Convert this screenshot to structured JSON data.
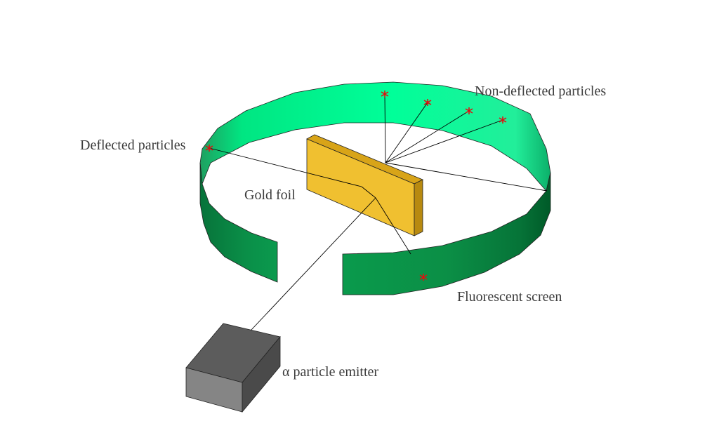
{
  "labels": {
    "non_deflected": "Non-deflected particles",
    "deflected": "Deflected particles",
    "gold_foil": "Gold foil",
    "fluorescent_screen": "Fluorescent screen",
    "emitter": "α particle emitter"
  },
  "colors": {
    "screen_inner_light": "#00ff99",
    "screen_inner_dark": "#1fa060",
    "screen_outer_light": "#089a4a",
    "screen_outer_dark": "#005a28",
    "gold_front": "#f0c030",
    "gold_top": "#d8a418",
    "gold_side": "#b88a10",
    "emitter_top": "#5c5c5c",
    "emitter_front": "#858585",
    "emitter_side": "#4a4a4a",
    "hit_marker": "#e01010",
    "line": "#000000",
    "text": "#3c3c3c"
  }
}
